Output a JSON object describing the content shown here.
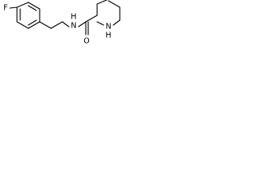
{
  "molecule": {
    "atoms": {
      "fluorine": "F",
      "amide_nitrogen": "N",
      "amide_hydrogen": "H",
      "carbonyl_oxygen": "O",
      "ring_nitrogen": "N",
      "ring_hydrogen": "H"
    },
    "bond_color": "#000000",
    "background": "#ffffff"
  }
}
